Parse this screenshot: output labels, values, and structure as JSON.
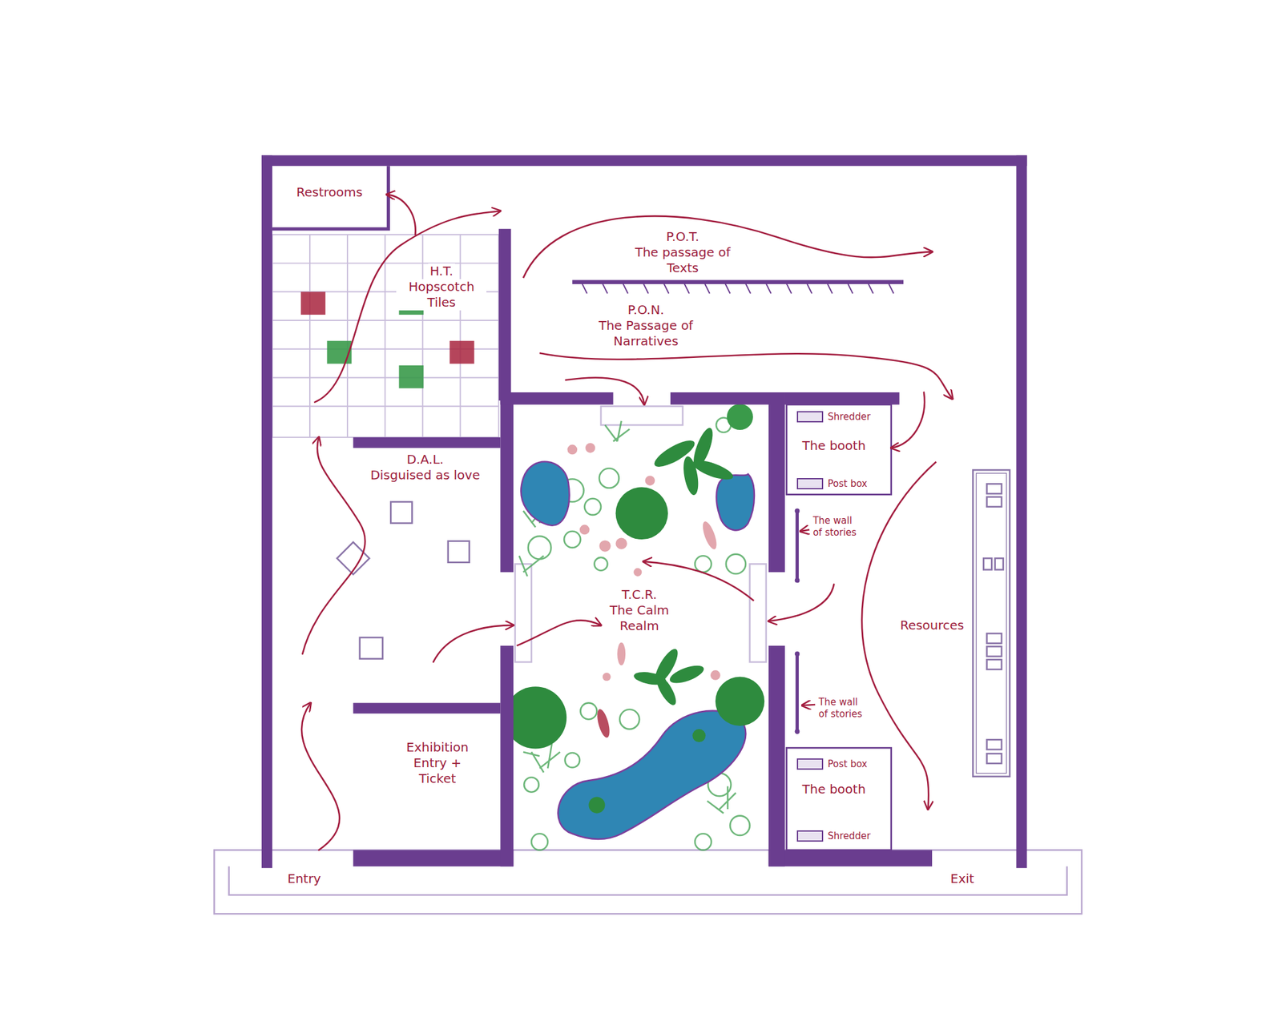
{
  "diagram": {
    "nodes": [
      {
        "text": [
          "Restrooms"
        ]
      },
      {
        "text": [
          "H.T.",
          "Hopscotch Tiles"
        ]
      },
      {
        "text": [
          "P.O.T.",
          "The passage of Texts"
        ]
      },
      {
        "text": [
          "P.O.N.",
          "The Passage of Narratives"
        ]
      },
      {
        "text": [
          "D.A.L.",
          "Disguised as love"
        ]
      },
      {
        "text": [
          "T.C.R.",
          "The Calm Realm"
        ]
      },
      {
        "text": [
          "The booth"
        ]
      },
      {
        "text": [
          "Shredder"
        ],
        "in": 6
      },
      {
        "text": [
          "Post box"
        ],
        "in": 6
      },
      {
        "text": [
          "Exhibition Entry + Ticket"
        ]
      },
      {
        "text": [
          "The booth"
        ]
      },
      {
        "text": [
          "Post box"
        ],
        "in": 10
      },
      {
        "text": [
          "Shredder"
        ],
        "in": 10
      },
      {
        "text": [
          "Resources"
        ]
      }
    ],
    "edges": [
      {
        "from": 9,
        "to": 4,
        "arrow": "to"
      },
      {
        "from": 4,
        "to": 1,
        "arrow": "to"
      },
      {
        "from": 1,
        "to": 0,
        "arrow": "to"
      },
      {
        "from": 1,
        "to": 2,
        "arrow": "to"
      },
      {
        "from": 3,
        "to": 5,
        "arrow": "to"
      },
      {
        "from": 3,
        "to": 6,
        "arrow": "to"
      },
      {
        "from": 4,
        "to": 5,
        "arrow": "to"
      },
      {
        "from": 13,
        "to": 5,
        "arrow": "to"
      }
    ],
    "labels": [
      "The wall of stories",
      "The wall of stories",
      "Entry",
      "Exit"
    ]
  }
}
